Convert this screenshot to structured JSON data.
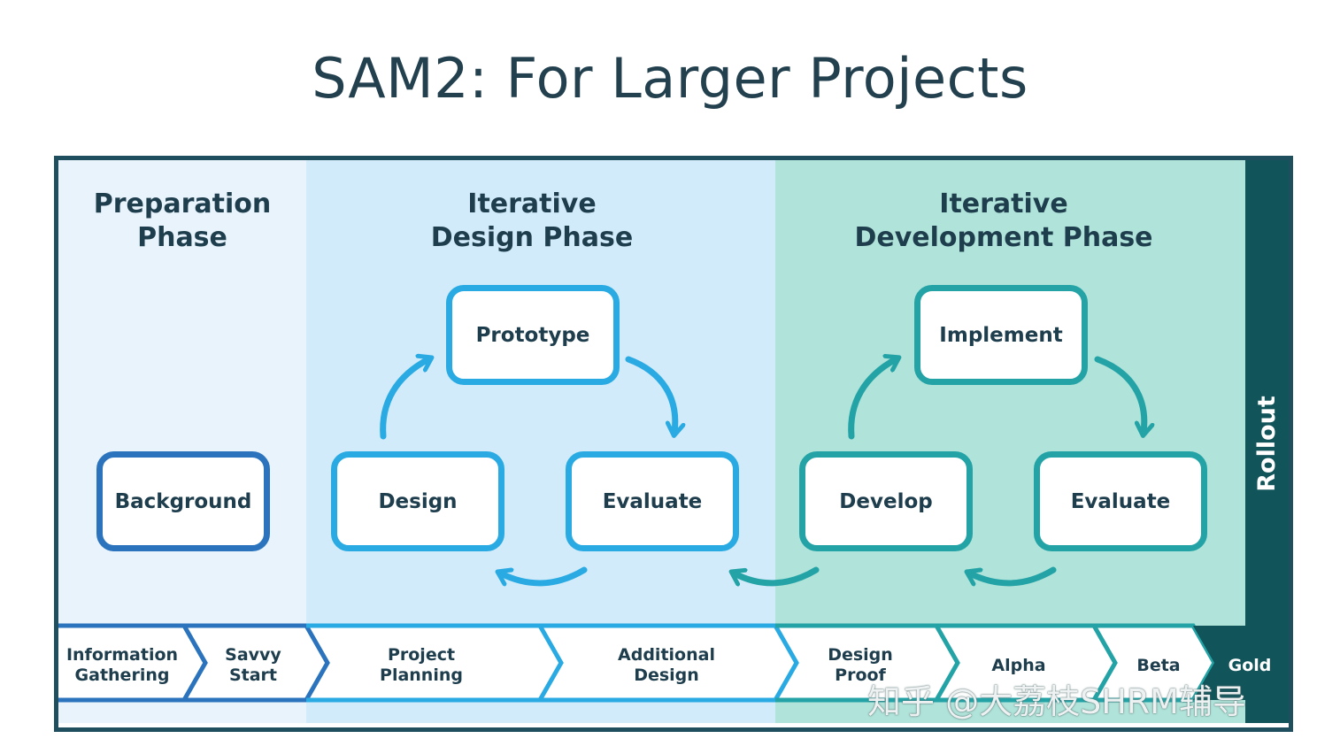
{
  "title": "SAM2: For Larger Projects",
  "phases": {
    "preparation": "Preparation Phase",
    "design": "Iterative Design Phase",
    "development": "Iterative Development Phase",
    "rollout": "Rollout"
  },
  "boxes": {
    "background": "Background",
    "prototype": "Prototype",
    "design": "Design",
    "design_evaluate": "Evaluate",
    "implement": "Implement",
    "develop": "Develop",
    "dev_evaluate": "Evaluate"
  },
  "milestones": [
    "Information Gathering",
    "Savvy Start",
    "Project Planning",
    "Additional Design",
    "Design Proof",
    "Alpha",
    "Beta",
    "Gold"
  ],
  "watermark": "知乎 @大荔枝SHRM辅导",
  "colors": {
    "title": "#23404f",
    "frame": "#1f4e5f",
    "prep_bg": "#e8f3fc",
    "design_bg": "#d2ebfa",
    "dev_bg": "#b0e3d9",
    "rollout_bg": "#11545a",
    "prep_border": "#2b74bd",
    "design_border": "#29aae2",
    "dev_border": "#23a3a6"
  }
}
